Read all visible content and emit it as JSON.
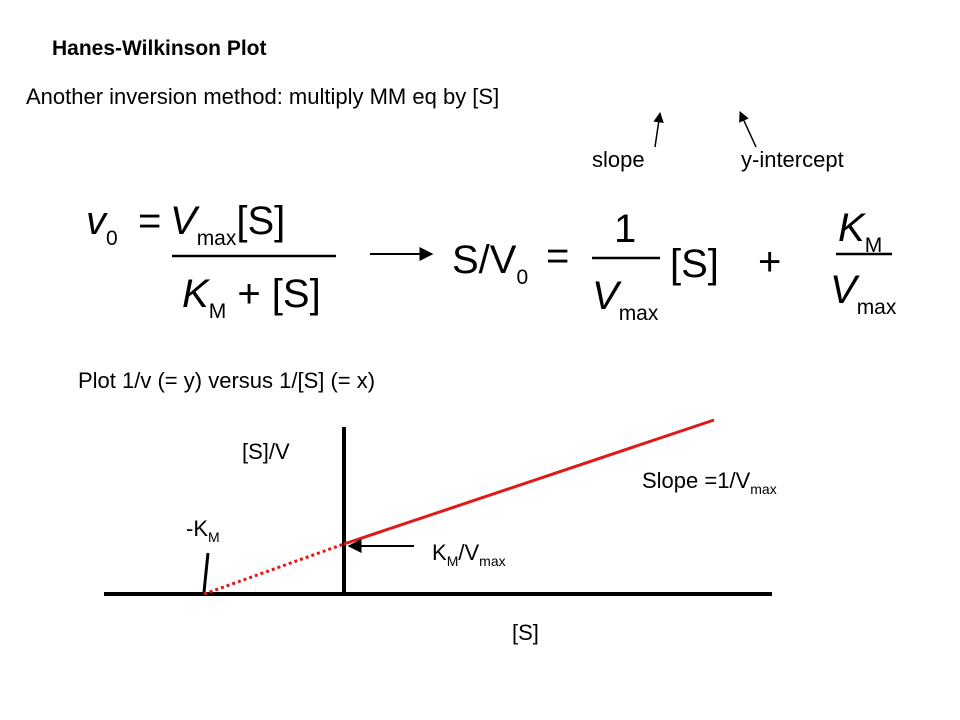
{
  "title": "Hanes-Wilkinson Plot",
  "intro": "Another inversion method: multiply MM eq by [S]",
  "annotations": {
    "slope": "slope",
    "y_intercept": "y-intercept"
  },
  "mm_equation": {
    "lhs": "v",
    "lhs_sub": "0",
    "equals": "=",
    "num_main": "V",
    "num_sub": "max",
    "num_tail": "[S]",
    "den_main": "K",
    "den_sub": "M",
    "den_tail": "+ [S]"
  },
  "hw_equation": {
    "lhs_a": "S/V",
    "lhs_sub": "0",
    "equals": "=",
    "frac_num": "1",
    "frac_den": "V",
    "frac_den_sub": "max",
    "s_term": "[S]",
    "plus": "+",
    "km_main": "K",
    "km_sub": "M",
    "vmax_main": "V",
    "vmax_sub": "max"
  },
  "plot_note": "Plot 1/v (= y) versus 1/[S] (= x)",
  "graph": {
    "y_axis_label": "[S]/V",
    "x_axis_label": "[S]",
    "x_intercept_label": "-K",
    "x_intercept_sub": "M",
    "y_intercept_label": "K",
    "y_intercept_sub": "M",
    "y_intercept_tail": "/V",
    "y_intercept_tail_sub": "max",
    "slope_label": "Slope =1/V",
    "slope_sub": "max",
    "line_color": "#e01818"
  }
}
